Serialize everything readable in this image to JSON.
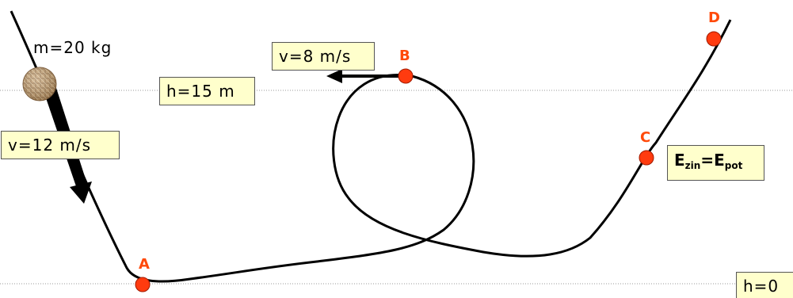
{
  "mass_label": "m=20 kg",
  "height_top_label": "h=15 m",
  "height_bottom_label": "h=0",
  "velocity_b_label": "v=8 m/s",
  "velocity_start_label": "v=12 m/s",
  "energy_label": {
    "E1": "E",
    "sub1": "zin",
    "eq": "=",
    "E2": "E",
    "sub2": "pot"
  },
  "points": [
    {
      "id": "A",
      "label": "A"
    },
    {
      "id": "B",
      "label": "B"
    },
    {
      "id": "C",
      "label": "C"
    },
    {
      "id": "D",
      "label": "D"
    }
  ],
  "colors": {
    "point_fill": "#ff3b0f",
    "point_label": "#ff4a0a",
    "label_box": "#ffffcc",
    "track": "#000000"
  }
}
